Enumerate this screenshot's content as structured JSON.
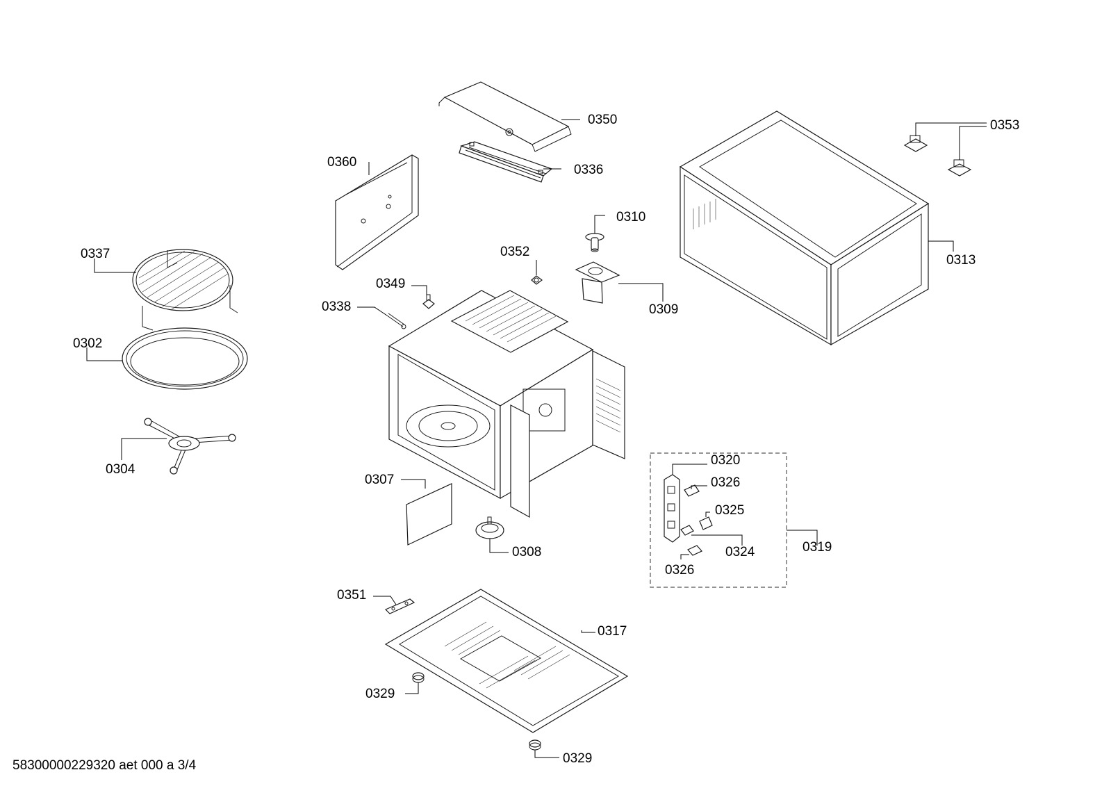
{
  "footer_text": "58300000229320 aet 000 a 3/4",
  "labels": {
    "p0350": "0350",
    "p0353": "0353",
    "p0360": "0360",
    "p0336": "0336",
    "p0310": "0310",
    "p0337": "0337",
    "p0352": "0352",
    "p0313": "0313",
    "p0349": "0349",
    "p0338": "0338",
    "p0309": "0309",
    "p0302": "0302",
    "p0304": "0304",
    "p0320": "0320",
    "p0326a": "0326",
    "p0307": "0307",
    "p0325": "0325",
    "p0319": "0319",
    "p0308": "0308",
    "p0324": "0324",
    "p0326b": "0326",
    "p0351": "0351",
    "p0317": "0317",
    "p0329a": "0329",
    "p0329b": "0329"
  }
}
